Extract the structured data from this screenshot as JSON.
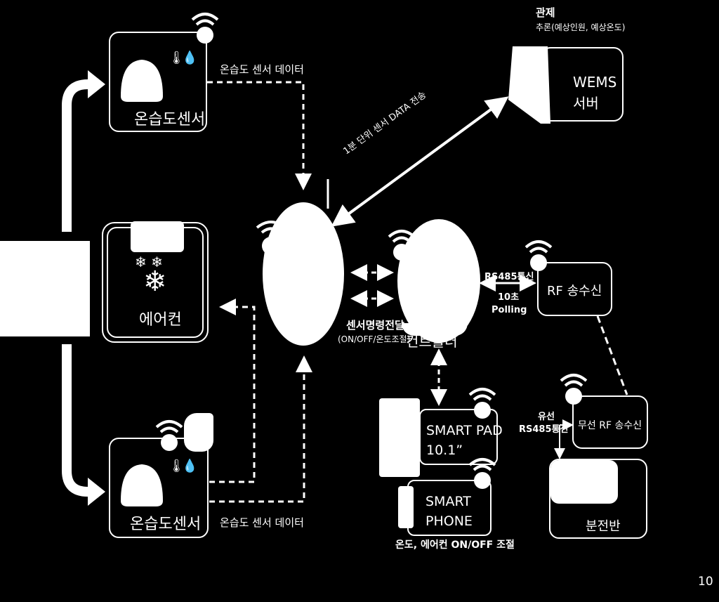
{
  "top_sensor": {
    "label": "온습도센서",
    "data_label": "온습도 센서 데이터"
  },
  "bottom_sensor": {
    "label": "온습도센서",
    "data_label": "온습도 센서 데이터"
  },
  "aircon": {
    "label": "에어컨"
  },
  "wems": {
    "title": "관제",
    "subtitle": "추론(예상인원, 예상온도)",
    "server_line1": "WEMS",
    "server_line2": "서버"
  },
  "link_label": "1분 단위 센서 DATA 전송",
  "command": {
    "label": "센서명령전달",
    "sub": "(ON/OFF/온도조절)"
  },
  "controller_partial": "컨트롤러",
  "rs485": {
    "title": "RS485통신",
    "interval": "10초",
    "mode": "Polling"
  },
  "rf": {
    "label": "RF 송수신"
  },
  "wireless_rf": {
    "label": "무선 RF 송수신"
  },
  "wired": {
    "line1": "유선",
    "line2": "RS485통신"
  },
  "panel": {
    "label": "분전반"
  },
  "smart_pad": {
    "line1": "SMART PAD",
    "line2": "10.1”"
  },
  "smart_phone": {
    "line1": "SMART",
    "line2": "PHONE"
  },
  "smart_caption": "온도, 에어컨 ON/OFF 조절",
  "page_number": "10",
  "icons": [
    "wifi-icon",
    "thermometer-icon",
    "droplet-icon",
    "snowflake-icon",
    "antenna-icon",
    "gateway-icon",
    "controller-icon",
    "server-icon"
  ]
}
